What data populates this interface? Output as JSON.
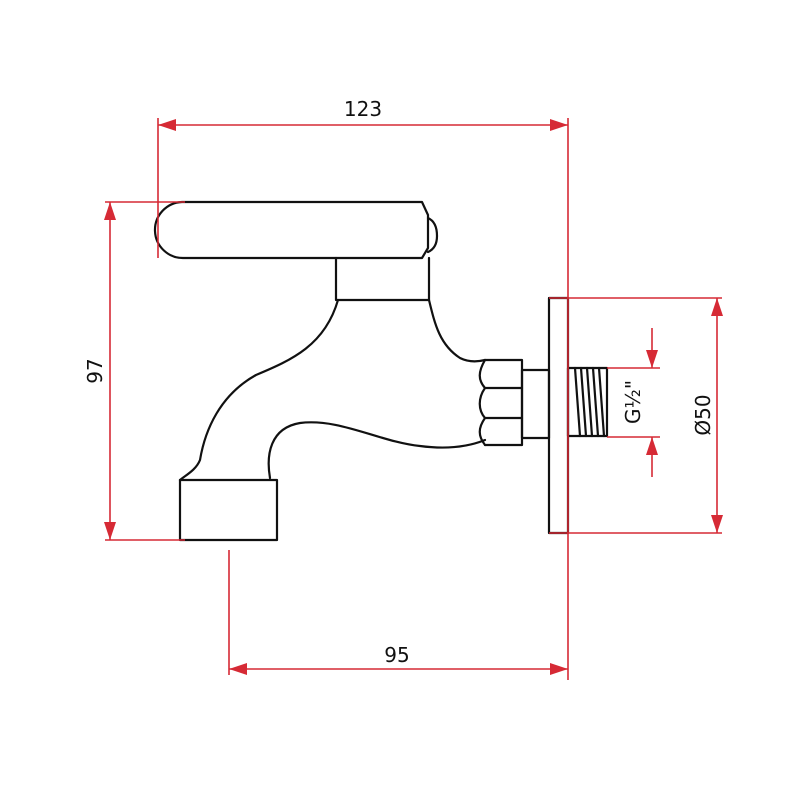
{
  "dimensions": {
    "overall_length": "123",
    "height": "97",
    "spout_reach": "95",
    "flange_diameter": "Ø50",
    "thread": "G½\""
  },
  "colors": {
    "dimension_line": "#d62a35",
    "outline": "#111111",
    "background": "#ffffff"
  }
}
